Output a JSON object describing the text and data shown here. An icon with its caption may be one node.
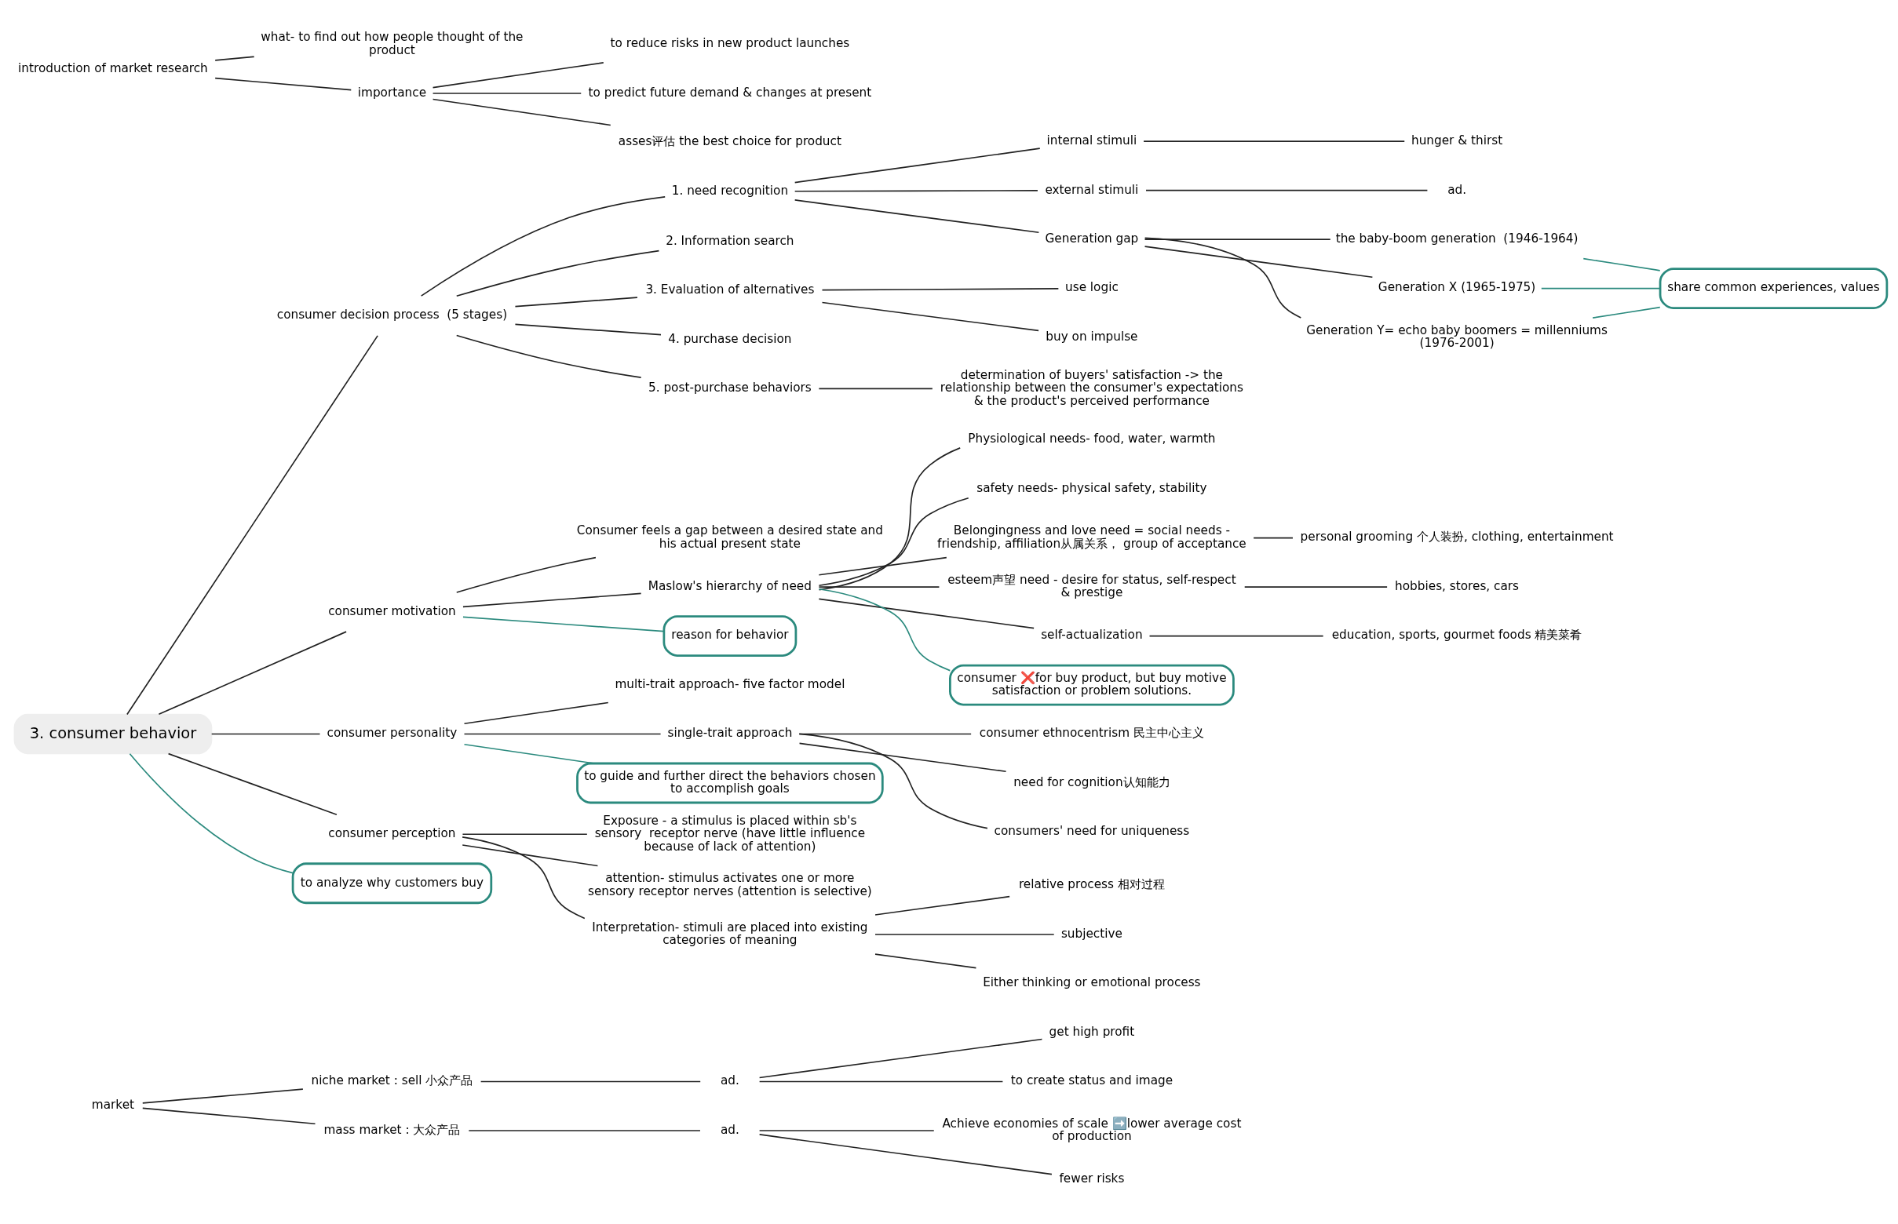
{
  "diagram": {
    "nodes": [
      {
        "text": [
          "market"
        ]
      },
      {
        "text": [
          "niche market : sell 小众产品"
        ]
      },
      {
        "text": [
          "ad."
        ]
      },
      {
        "text": [
          "get high profit"
        ]
      },
      {
        "text": [
          "to create status and image"
        ]
      },
      {
        "text": [
          "mass market : 大众产品"
        ]
      },
      {
        "text": [
          "ad."
        ]
      },
      {
        "text": [
          "Achieve economies of scale ➡️lower average cost of production"
        ]
      },
      {
        "text": [
          "fewer risks"
        ]
      },
      {
        "text": [
          "3. consumer behavior"
        ]
      },
      {
        "text": [
          "consumer decision process  (5 stages)"
        ]
      },
      {
        "text": [
          "1. need recognition"
        ]
      },
      {
        "text": [
          "internal stimuli"
        ]
      },
      {
        "text": [
          "hunger & thirst"
        ]
      },
      {
        "text": [
          "external stimuli"
        ]
      },
      {
        "text": [
          "ad."
        ]
      },
      {
        "text": [
          "Generation gap"
        ]
      },
      {
        "text": [
          "the baby-boom generation  (1946-1964)"
        ]
      },
      {
        "text": [
          "Generation X (1965-1975)"
        ]
      },
      {
        "text": [
          "Generation Y= echo baby boomers = millenniums (1976-2001)"
        ]
      },
      {
        "text": [
          "share common experiences, values"
        ]
      },
      {
        "text": [
          "2. Information search"
        ]
      },
      {
        "text": [
          "3. Evaluation of alternatives"
        ]
      },
      {
        "text": [
          "use logic"
        ]
      },
      {
        "text": [
          "buy on impulse"
        ]
      },
      {
        "text": [
          "4. purchase decision"
        ]
      },
      {
        "text": [
          "5. post-purchase behaviors"
        ]
      },
      {
        "text": [
          "determination of buyers' satisfaction -> the relationship between the consumer's expectations & the product's perceived performance"
        ]
      },
      {
        "text": [
          "consumer motivation"
        ]
      },
      {
        "text": [
          "Consumer feels a gap between a desired state and his actual present state"
        ]
      },
      {
        "text": [
          "Maslow's hierarchy of need"
        ]
      },
      {
        "text": [
          "Physiological needs- food, water, warmth"
        ]
      },
      {
        "text": [
          "safety needs- physical safety, stability"
        ]
      },
      {
        "text": [
          "Belongingness and love need = social needs - friendship, affiliation从属关系， group of acceptance"
        ]
      },
      {
        "text": [
          "personal grooming 个人装扮, clothing, entertainment"
        ]
      },
      {
        "text": [
          "esteem声望 need - desire for status, self-respect & prestige"
        ]
      },
      {
        "text": [
          "hobbies, stores, cars"
        ]
      },
      {
        "text": [
          "self-actualization"
        ]
      },
      {
        "text": [
          "education, sports, gourmet foods 精美菜肴"
        ]
      },
      {
        "text": [
          "consumer ❌for buy product, but buy motive satisfaction or problem solutions."
        ]
      },
      {
        "text": [
          "reason for behavior"
        ]
      },
      {
        "text": [
          "consumer personality"
        ]
      },
      {
        "text": [
          "multi-trait approach- five factor model"
        ]
      },
      {
        "text": [
          "single-trait approach"
        ]
      },
      {
        "text": [
          "consumer ethnocentrism 民主中心主义"
        ]
      },
      {
        "text": [
          "need for cognition认知能力"
        ]
      },
      {
        "text": [
          "consumers' need for uniqueness"
        ]
      },
      {
        "text": [
          "to guide and further direct the behaviors chosen to accomplish goals"
        ]
      },
      {
        "text": [
          "consumer perception"
        ]
      },
      {
        "text": [
          "Exposure - a stimulus is placed within sb's sensory  receptor nerve (have little influence because of lack of attention)"
        ]
      },
      {
        "text": [
          "attention- stimulus activates one or more sensory receptor nerves (attention is selective)"
        ]
      },
      {
        "text": [
          "Interpretation- stimuli are placed into existing categories of meaning"
        ]
      },
      {
        "text": [
          "relative process 相对过程"
        ]
      },
      {
        "text": [
          "subjective"
        ]
      },
      {
        "text": [
          "Either thinking or emotional process"
        ]
      },
      {
        "text": [
          "to analyze why customers buy"
        ]
      },
      {
        "text": [
          "introduction of market research"
        ]
      },
      {
        "text": [
          "what- to find out how people thought of the product"
        ]
      },
      {
        "text": [
          "importance"
        ]
      },
      {
        "text": [
          "to reduce risks in new product launches"
        ]
      },
      {
        "text": [
          "to predict future demand & changes at present"
        ]
      },
      {
        "text": [
          "asses评估 the best choice for product"
        ]
      }
    ],
    "edges": [
      {
        "from": 0,
        "to": 1,
        "arrow": "none"
      },
      {
        "from": 1,
        "to": 2,
        "arrow": "none"
      },
      {
        "from": 2,
        "to": 3,
        "arrow": "none"
      },
      {
        "from": 2,
        "to": 4,
        "arrow": "none"
      },
      {
        "from": 0,
        "to": 5,
        "arrow": "none"
      },
      {
        "from": 5,
        "to": 6,
        "arrow": "none"
      },
      {
        "from": 6,
        "to": 7,
        "arrow": "none"
      },
      {
        "from": 6,
        "to": 8,
        "arrow": "none"
      },
      {
        "from": 9,
        "to": 10,
        "arrow": "none"
      },
      {
        "from": 10,
        "to": 11,
        "arrow": "none"
      },
      {
        "from": 11,
        "to": 12,
        "arrow": "none"
      },
      {
        "from": 12,
        "to": 13,
        "arrow": "none"
      },
      {
        "from": 11,
        "to": 14,
        "arrow": "none"
      },
      {
        "from": 14,
        "to": 15,
        "arrow": "none"
      },
      {
        "from": 11,
        "to": 16,
        "arrow": "none"
      },
      {
        "from": 16,
        "to": 17,
        "arrow": "none"
      },
      {
        "from": 16,
        "to": 18,
        "arrow": "none"
      },
      {
        "from": 16,
        "to": 19,
        "arrow": "none"
      },
      {
        "from": 17,
        "to": 20,
        "arrow": "none",
        "color": "#2b8a7e"
      },
      {
        "from": 18,
        "to": 20,
        "arrow": "none",
        "color": "#2b8a7e"
      },
      {
        "from": 19,
        "to": 20,
        "arrow": "none",
        "color": "#2b8a7e"
      },
      {
        "from": 10,
        "to": 21,
        "arrow": "none"
      },
      {
        "from": 10,
        "to": 22,
        "arrow": "none"
      },
      {
        "from": 22,
        "to": 23,
        "arrow": "none"
      },
      {
        "from": 22,
        "to": 24,
        "arrow": "none"
      },
      {
        "from": 10,
        "to": 25,
        "arrow": "none"
      },
      {
        "from": 10,
        "to": 26,
        "arrow": "none"
      },
      {
        "from": 26,
        "to": 27,
        "arrow": "none"
      },
      {
        "from": 9,
        "to": 28,
        "arrow": "none"
      },
      {
        "from": 28,
        "to": 29,
        "arrow": "none"
      },
      {
        "from": 28,
        "to": 30,
        "arrow": "none"
      },
      {
        "from": 30,
        "to": 31,
        "arrow": "none"
      },
      {
        "from": 30,
        "to": 32,
        "arrow": "none"
      },
      {
        "from": 30,
        "to": 33,
        "arrow": "none"
      },
      {
        "from": 33,
        "to": 34,
        "arrow": "none"
      },
      {
        "from": 30,
        "to": 35,
        "arrow": "none"
      },
      {
        "from": 35,
        "to": 36,
        "arrow": "none"
      },
      {
        "from": 30,
        "to": 37,
        "arrow": "none"
      },
      {
        "from": 37,
        "to": 38,
        "arrow": "none"
      },
      {
        "from": 30,
        "to": 39,
        "arrow": "none",
        "color": "#2b8a7e"
      },
      {
        "from": 28,
        "to": 40,
        "arrow": "none",
        "color": "#2b8a7e"
      },
      {
        "from": 9,
        "to": 41,
        "arrow": "none"
      },
      {
        "from": 41,
        "to": 42,
        "arrow": "none"
      },
      {
        "from": 41,
        "to": 43,
        "arrow": "none"
      },
      {
        "from": 43,
        "to": 44,
        "arrow": "none"
      },
      {
        "from": 43,
        "to": 45,
        "arrow": "none"
      },
      {
        "from": 43,
        "to": 46,
        "arrow": "none"
      },
      {
        "from": 41,
        "to": 47,
        "arrow": "none",
        "color": "#2b8a7e"
      },
      {
        "from": 9,
        "to": 48,
        "arrow": "none"
      },
      {
        "from": 48,
        "to": 49,
        "arrow": "none"
      },
      {
        "from": 48,
        "to": 50,
        "arrow": "none"
      },
      {
        "from": 48,
        "to": 51,
        "arrow": "none"
      },
      {
        "from": 51,
        "to": 52,
        "arrow": "none"
      },
      {
        "from": 51,
        "to": 53,
        "arrow": "none"
      },
      {
        "from": 51,
        "to": 54,
        "arrow": "none"
      },
      {
        "from": 9,
        "to": 55,
        "arrow": "none",
        "color": "#2b8a7e"
      },
      {
        "from": 56,
        "to": 57,
        "arrow": "none"
      },
      {
        "from": 56,
        "to": 58,
        "arrow": "none"
      },
      {
        "from": 58,
        "to": 59,
        "arrow": "none"
      },
      {
        "from": 58,
        "to": 60,
        "arrow": "none"
      },
      {
        "from": 58,
        "to": 61,
        "arrow": "none"
      }
    ]
  }
}
